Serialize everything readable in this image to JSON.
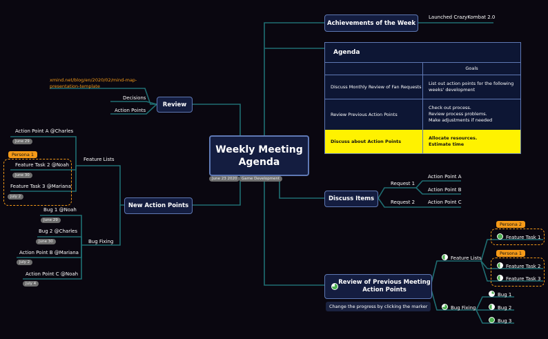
{
  "central": {
    "title": "Weekly Meeting Agenda",
    "date_tag": "June 23 2020",
    "category_tag": "Game Development"
  },
  "achievements": {
    "label": "Achievements of the Week",
    "item": "Launched CrazyKombat 2.0"
  },
  "agenda": {
    "title": "Agenda",
    "goals_header": "Goals",
    "rows": [
      {
        "topic": "Discuss Monthly Review of Fan Requests",
        "goal": "List out action points for the following\nweeks' development"
      },
      {
        "topic": "Review Previous Action Points",
        "goal": "Check out process.\nReview process problems.\nMake adjustments if needed"
      },
      {
        "topic": "Discuss about Action Points",
        "goal": "Allocate resources.\nEstimate time"
      }
    ]
  },
  "discuss": {
    "label": "Discuss Items",
    "request1": "Request 1",
    "request2": "Request 2",
    "ap_a": "Action Point A",
    "ap_b": "Action Point B",
    "ap_c": "Action Point C"
  },
  "review_prev": {
    "label": "Review of Previous Meeting Action Points",
    "hint": "Change the progress by clicking the marker",
    "feature_lists": "Feature Lists",
    "bug_fixing": "Bug Fixing",
    "persona2": "Persona 2",
    "persona1": "Persona 1",
    "ft1": "Feature Task 1",
    "ft2": "Feature Task 2",
    "ft3": "Feature Task 3",
    "bug1": "Bug 1",
    "bug2": "Bug 2",
    "bug3": "Bug 3"
  },
  "review": {
    "label": "Review",
    "link": "xmind.net/blog/en/2020/02/mind-map-presentation-template",
    "decisions": "Decisions",
    "action_points": "Action Points"
  },
  "new_ap": {
    "label": "New Action Points",
    "feature_lists": "Feature Lists",
    "bug_fixing": "Bug Fixing",
    "ap_a": "Action Point A @Charles",
    "ap_a_date": "June 29",
    "persona1": "Persona 1",
    "ft2": "Feature Task 2 @Noah",
    "ft2_date": "June 30",
    "ft3": "Feature Task 3 @Mariana",
    "ft3_date": "July 2",
    "bug1": "Bug 1 @Noah",
    "bug1_date": "June 29",
    "bug2": "Bug 2 @Charles",
    "bug2_date": "June 30",
    "ap_b": "Action Point B @Mariana",
    "ap_b_date": "July 2",
    "ap_c": "Action Point C @Noah",
    "ap_c_date": "July 4"
  },
  "colors": {
    "background": "#0a0710",
    "connector": "#1f6f73",
    "node_border": "#5f79b5",
    "persona": "#f59a18",
    "highlight": "#fff200"
  }
}
